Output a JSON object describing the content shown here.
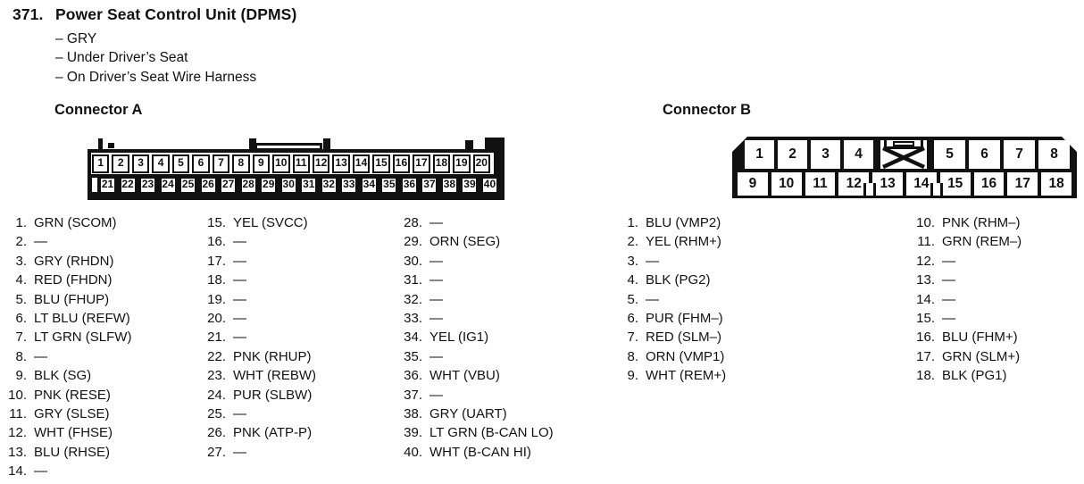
{
  "page": {
    "item_number": "371.",
    "title": "Power Seat Control Unit (DPMS)",
    "details": [
      "– GRY",
      "– Under Driver’s Seat",
      "– On Driver’s Seat Wire Harness"
    ]
  },
  "colors": {
    "ink": "#111111",
    "paper": "#ffffff"
  },
  "connector_a": {
    "heading": "Connector A",
    "diagram": {
      "top_row": [
        "1",
        "2",
        "3",
        "4",
        "5",
        "6",
        "7",
        "8",
        "9",
        "10",
        "11",
        "12",
        "13",
        "14",
        "15",
        "16",
        "17",
        "18",
        "19",
        "20"
      ],
      "bottom_row": [
        "21",
        "22",
        "23",
        "24",
        "25",
        "26",
        "27",
        "28",
        "29",
        "30",
        "31",
        "32",
        "33",
        "34",
        "35",
        "36",
        "37",
        "38",
        "39",
        "40"
      ]
    },
    "col1": [
      {
        "num": "1.",
        "label": "GRN (SCOM)"
      },
      {
        "num": "2.",
        "label": "—"
      },
      {
        "num": "3.",
        "label": "GRY (RHDN)"
      },
      {
        "num": "4.",
        "label": "RED (FHDN)"
      },
      {
        "num": "5.",
        "label": "BLU (FHUP)"
      },
      {
        "num": "6.",
        "label": "LT BLU (REFW)"
      },
      {
        "num": "7.",
        "label": "LT GRN (SLFW)"
      },
      {
        "num": "8.",
        "label": "—"
      },
      {
        "num": "9.",
        "label": "BLK (SG)"
      },
      {
        "num": "10.",
        "label": "PNK (RESE)"
      },
      {
        "num": "11.",
        "label": "GRY (SLSE)"
      },
      {
        "num": "12.",
        "label": "WHT (FHSE)"
      },
      {
        "num": "13.",
        "label": "BLU (RHSE)"
      },
      {
        "num": "14.",
        "label": "—"
      }
    ],
    "col2": [
      {
        "num": "15.",
        "label": "YEL (SVCC)"
      },
      {
        "num": "16.",
        "label": "—"
      },
      {
        "num": "17.",
        "label": "—"
      },
      {
        "num": "18.",
        "label": "—"
      },
      {
        "num": "19.",
        "label": "—"
      },
      {
        "num": "20.",
        "label": "—"
      },
      {
        "num": "21.",
        "label": "—"
      },
      {
        "num": "22.",
        "label": "PNK (RHUP)"
      },
      {
        "num": "23.",
        "label": "WHT (REBW)"
      },
      {
        "num": "24.",
        "label": "PUR (SLBW)"
      },
      {
        "num": "25.",
        "label": "—"
      },
      {
        "num": "26.",
        "label": "PNK (ATP-P)"
      },
      {
        "num": "27.",
        "label": "—"
      }
    ],
    "col3": [
      {
        "num": "28.",
        "label": "—"
      },
      {
        "num": "29.",
        "label": "ORN (SEG)"
      },
      {
        "num": "30.",
        "label": "—"
      },
      {
        "num": "31.",
        "label": "—"
      },
      {
        "num": "32.",
        "label": "—"
      },
      {
        "num": "33.",
        "label": "—"
      },
      {
        "num": "34.",
        "label": "YEL (IG1)"
      },
      {
        "num": "35.",
        "label": "—"
      },
      {
        "num": "36.",
        "label": "WHT (VBU)"
      },
      {
        "num": "37.",
        "label": "—"
      },
      {
        "num": "38.",
        "label": "GRY (UART)"
      },
      {
        "num": "39.",
        "label": "LT GRN (B-CAN LO)"
      },
      {
        "num": "40.",
        "label": "WHT (B-CAN HI)"
      }
    ]
  },
  "connector_b": {
    "heading": "Connector B",
    "diagram": {
      "top_left": [
        "1",
        "2",
        "3",
        "4"
      ],
      "top_right": [
        "5",
        "6",
        "7",
        "8"
      ],
      "bottom_row": [
        "9",
        "10",
        "11",
        "12",
        "13",
        "14",
        "15",
        "16",
        "17",
        "18"
      ]
    },
    "col1": [
      {
        "num": "1.",
        "label": "BLU (VMP2)"
      },
      {
        "num": "2.",
        "label": "YEL (RHM+)"
      },
      {
        "num": "3.",
        "label": "—"
      },
      {
        "num": "4.",
        "label": "BLK (PG2)"
      },
      {
        "num": "5.",
        "label": "—"
      },
      {
        "num": "6.",
        "label": "PUR (FHM–)"
      },
      {
        "num": "7.",
        "label": "RED (SLM–)"
      },
      {
        "num": "8.",
        "label": "ORN (VMP1)"
      },
      {
        "num": "9.",
        "label": "WHT (REM+)"
      }
    ],
    "col2": [
      {
        "num": "10.",
        "label": "PNK (RHM–)"
      },
      {
        "num": "11.",
        "label": "GRN (REM–)"
      },
      {
        "num": "12.",
        "label": "—"
      },
      {
        "num": "13.",
        "label": "—"
      },
      {
        "num": "14.",
        "label": "—"
      },
      {
        "num": "15.",
        "label": "—"
      },
      {
        "num": "16.",
        "label": "BLU (FHM+)"
      },
      {
        "num": "17.",
        "label": "GRN (SLM+)"
      },
      {
        "num": "18.",
        "label": "BLK (PG1)"
      }
    ]
  }
}
